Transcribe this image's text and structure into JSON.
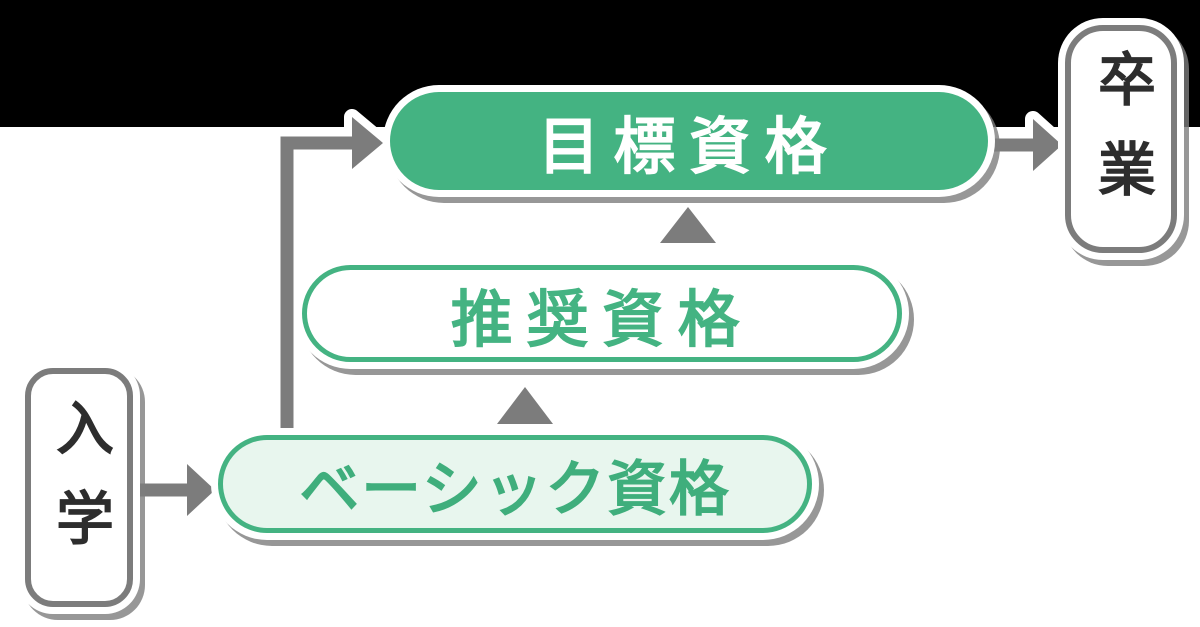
{
  "diagram": {
    "title": "qualification-flow",
    "nodes": {
      "enroll": {
        "label": "入学"
      },
      "basic": {
        "label": "ベーシック資格"
      },
      "recommended": {
        "label": "推奨資格"
      },
      "goal": {
        "label": "目標資格"
      },
      "graduate": {
        "label": "卒業"
      }
    },
    "edges": [
      {
        "from": "enroll",
        "to": "basic"
      },
      {
        "from": "basic",
        "to": "recommended"
      },
      {
        "from": "recommended",
        "to": "goal"
      },
      {
        "from": "basic",
        "to": "goal"
      },
      {
        "from": "goal",
        "to": "graduate"
      }
    ],
    "colors": {
      "green": "#44b382",
      "green_light_fill": "#e8f6ee",
      "connector_gray": "#7c7c7c",
      "dark_text": "#2d2d2d",
      "top_background": "#000000",
      "bottom_background": "#ffffff",
      "halo_white": "#ffffff"
    }
  }
}
